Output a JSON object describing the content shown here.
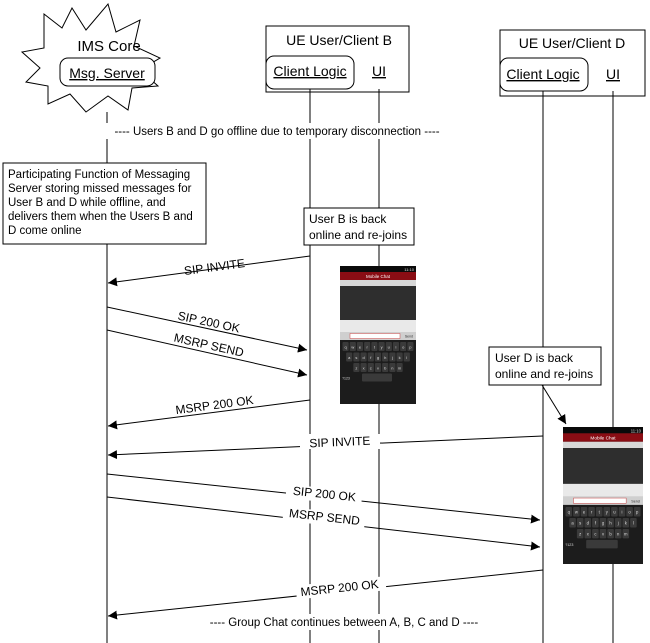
{
  "participants": {
    "ims": {
      "title": "IMS Core",
      "entity": "Msg. Server"
    },
    "client_b": {
      "title": "UE User/Client B",
      "logic": "Client Logic",
      "ui": "UI"
    },
    "client_d": {
      "title": "UE User/Client D",
      "logic": "Client Logic",
      "ui": "UI"
    }
  },
  "notes": {
    "offline_banner": "---- Users B and D go offline due to temporary disconnection ----",
    "pf_note": [
      "Participating Function of Messaging",
      "Server storing missed messages for",
      "User B and D while offline, and",
      "delivers them when the Users B and",
      "D come online"
    ],
    "user_b_back": [
      "User B is back",
      "online and re-joins"
    ],
    "user_d_back": [
      "User D is back",
      "online and re-joins"
    ],
    "continues_banner": "---- Group Chat continues between A, B, C and D ----"
  },
  "messages": [
    {
      "id": "b-invite",
      "label": "SIP INVITE"
    },
    {
      "id": "b-200",
      "label": "SIP 200 OK"
    },
    {
      "id": "b-send",
      "label": "MSRP SEND"
    },
    {
      "id": "b-msrp200",
      "label": "MSRP 200 OK"
    },
    {
      "id": "d-invite",
      "label": "SIP INVITE"
    },
    {
      "id": "d-200",
      "label": "SIP 200 OK"
    },
    {
      "id": "d-send",
      "label": "MSRP SEND"
    },
    {
      "id": "d-msrp200",
      "label": "MSRP 200 OK"
    }
  ],
  "phone": {
    "title": "Mobile Chat",
    "status": "11:10",
    "send": "Send",
    "keys_row1": [
      "q",
      "w",
      "e",
      "r",
      "t",
      "y",
      "u",
      "i",
      "o",
      "p"
    ],
    "keys_row2": [
      "a",
      "s",
      "d",
      "f",
      "g",
      "h",
      "j",
      "k",
      "l"
    ],
    "keys_row3": [
      "z",
      "x",
      "c",
      "v",
      "b",
      "n",
      "m"
    ],
    "sym": "?123"
  },
  "colors": {
    "line": "#000000",
    "phone_body": "#1c1c1c",
    "phone_header": "#8a0d14"
  }
}
